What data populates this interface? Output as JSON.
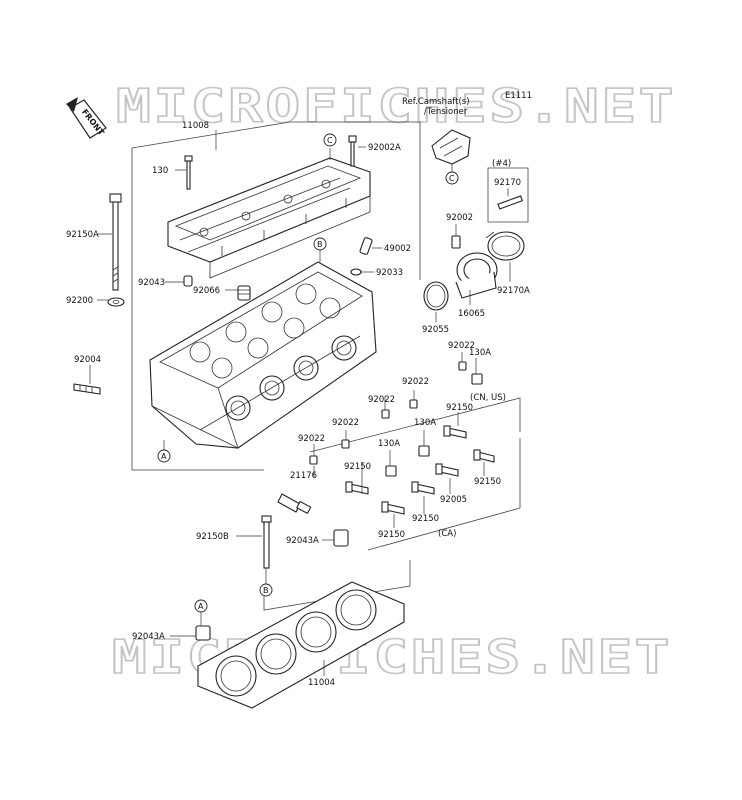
{
  "diagram": {
    "code": "E1111",
    "watermark_top": "MICROFICHES.NET",
    "watermark_bottom": "MICROFICHES.NET",
    "front_label": "FRONT",
    "reference_note_line1": "Ref.Camshaft(s)",
    "reference_note_line2": "/Tensioner",
    "group_cn_us": "(CN, US)",
    "group_ca": "(CA)",
    "group_4": "(#4)",
    "circles": {
      "a": "A",
      "b": "B",
      "c": "C"
    },
    "parts": {
      "p11008": "11008",
      "p130": "130",
      "p92002A": "92002A",
      "p92150A": "92150A",
      "p92043": "92043",
      "p92066": "92066",
      "p49002": "49002",
      "p92033": "92033",
      "p92200": "92200",
      "p92004": "92004",
      "p92002": "92002",
      "p92170": "92170",
      "p92170A": "92170A",
      "p16065": "16065",
      "p92055": "92055",
      "p92022a": "92022",
      "p130A_a": "130A",
      "p92022b": "92022",
      "p92022c": "92022",
      "p92022d": "92022",
      "p92022e": "92022",
      "p92150_cn": "92150",
      "p130A_b": "130A",
      "p130A_c": "130A",
      "p21176": "21176",
      "p92150_l": "92150",
      "p92150_r": "92150",
      "p92005": "92005",
      "p92150_m": "92150",
      "p92150_b": "92150",
      "p92150B": "92150B",
      "p92043A": "92043A",
      "p92043A_b": "92043A",
      "p11004": "11004"
    }
  }
}
